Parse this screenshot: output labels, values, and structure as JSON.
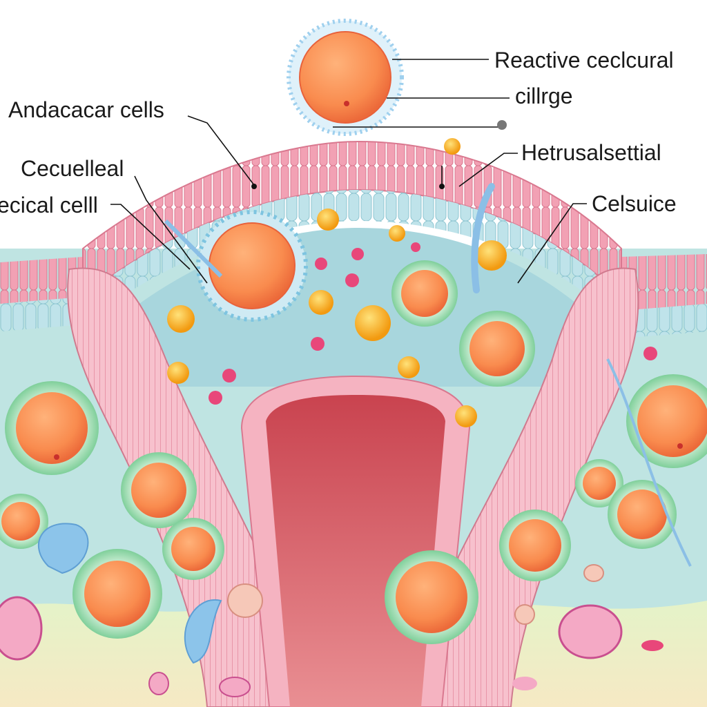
{
  "labels": {
    "reactive": "Reactive ceclcural",
    "cillrge": "cillrge",
    "andacacar": "Andacacar cells",
    "cecuelleal": "Cecuelleal",
    "ecical": "ecical celll",
    "hetrusal": "Hetrusalsettial",
    "celsuice": "Celsuice"
  },
  "colors": {
    "membrane": "#ec8fa6",
    "cilia_layer": "#a9d8df",
    "tissue": "#bfe4e2",
    "duct": "#f3b3c2",
    "lumen": "#d9606c",
    "cell_core": "#f98b4e",
    "cell_ring": "#8fd6a8",
    "granule": "#f7a91d",
    "dot": "#e8477a",
    "fiber": "#8bbfe6"
  }
}
